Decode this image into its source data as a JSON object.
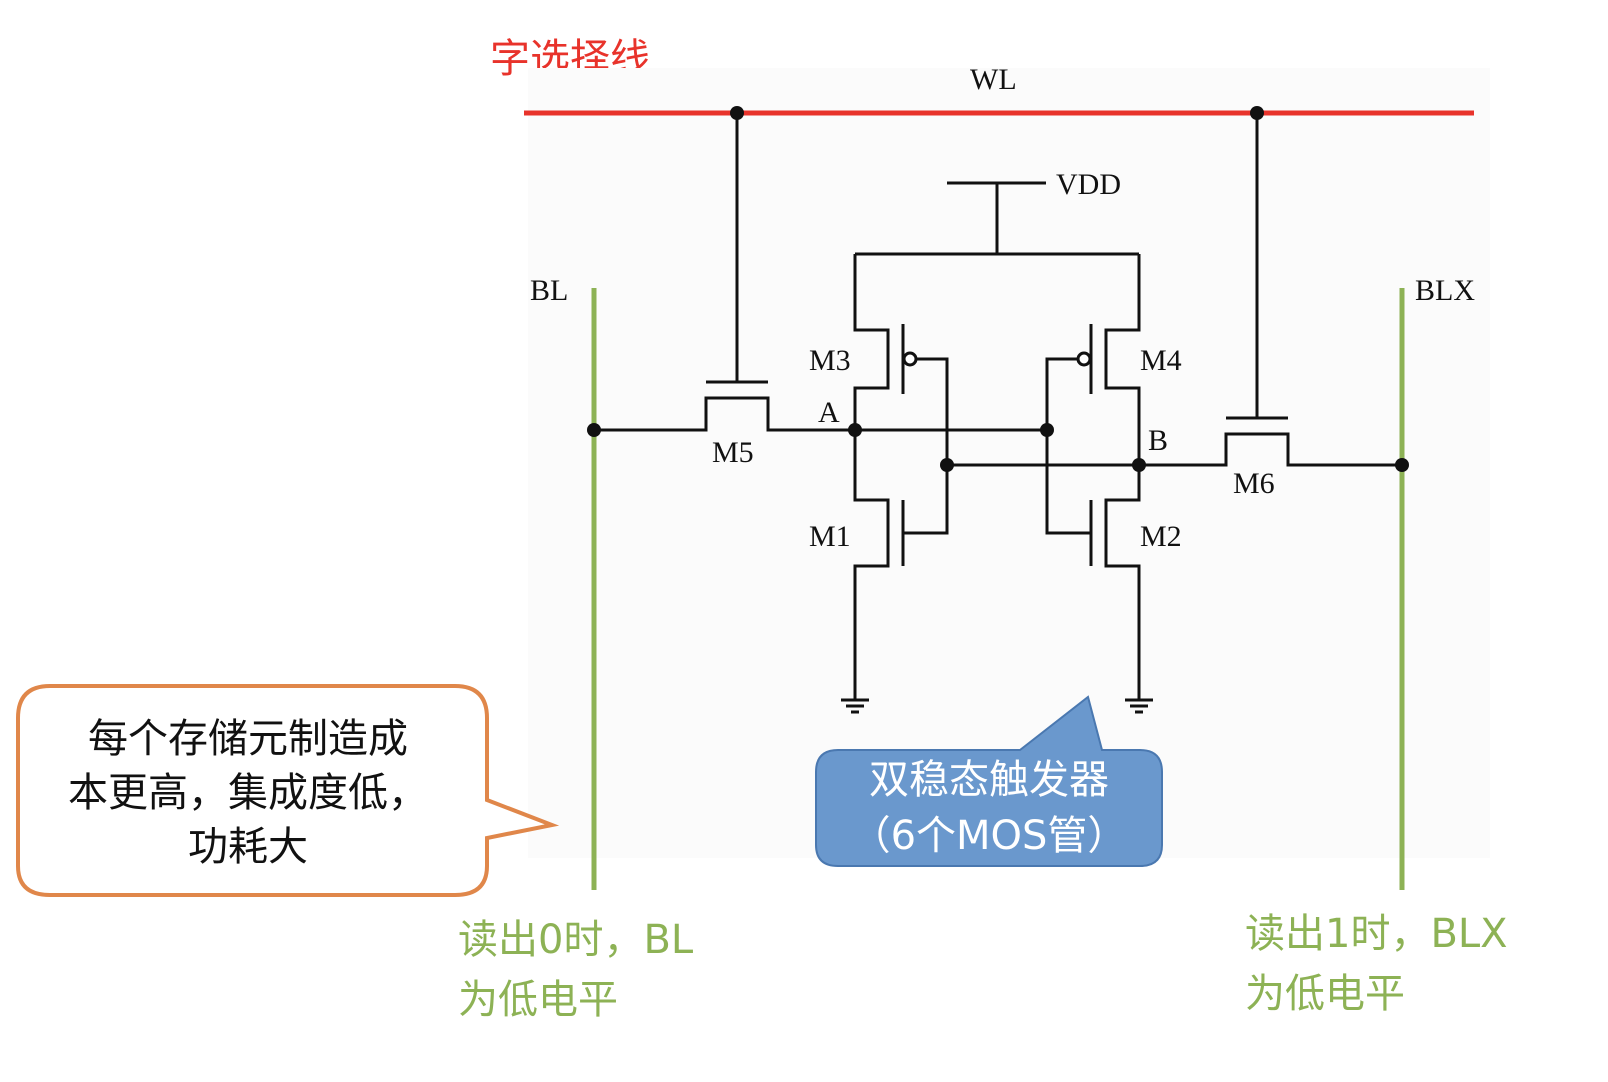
{
  "title": "字选择线",
  "labels": {
    "wl": "WL",
    "vdd": "VDD",
    "bl": "BL",
    "blx": "BLX",
    "m1": "M1",
    "m2": "M2",
    "m3": "M3",
    "m4": "M4",
    "m5": "M5",
    "m6": "M6",
    "node_a": "A",
    "node_b": "B"
  },
  "callout_left": {
    "line1": "每个存储元制造成",
    "line2": "本更高，集成度低，",
    "line3": "功耗大"
  },
  "callout_blue": {
    "line1": "双稳态触发器",
    "line2": "（6个MOS管）"
  },
  "note_left": {
    "line1": "读出0时，BL",
    "line2": "为低电平"
  },
  "note_right": {
    "line1": "读出1时，BLX",
    "line2": "为低电平"
  },
  "colors": {
    "word_line": "#e8332b",
    "bit_lines": "#8db255",
    "callout_border": "#e0874a",
    "callout_fill": "#6a98cd"
  }
}
